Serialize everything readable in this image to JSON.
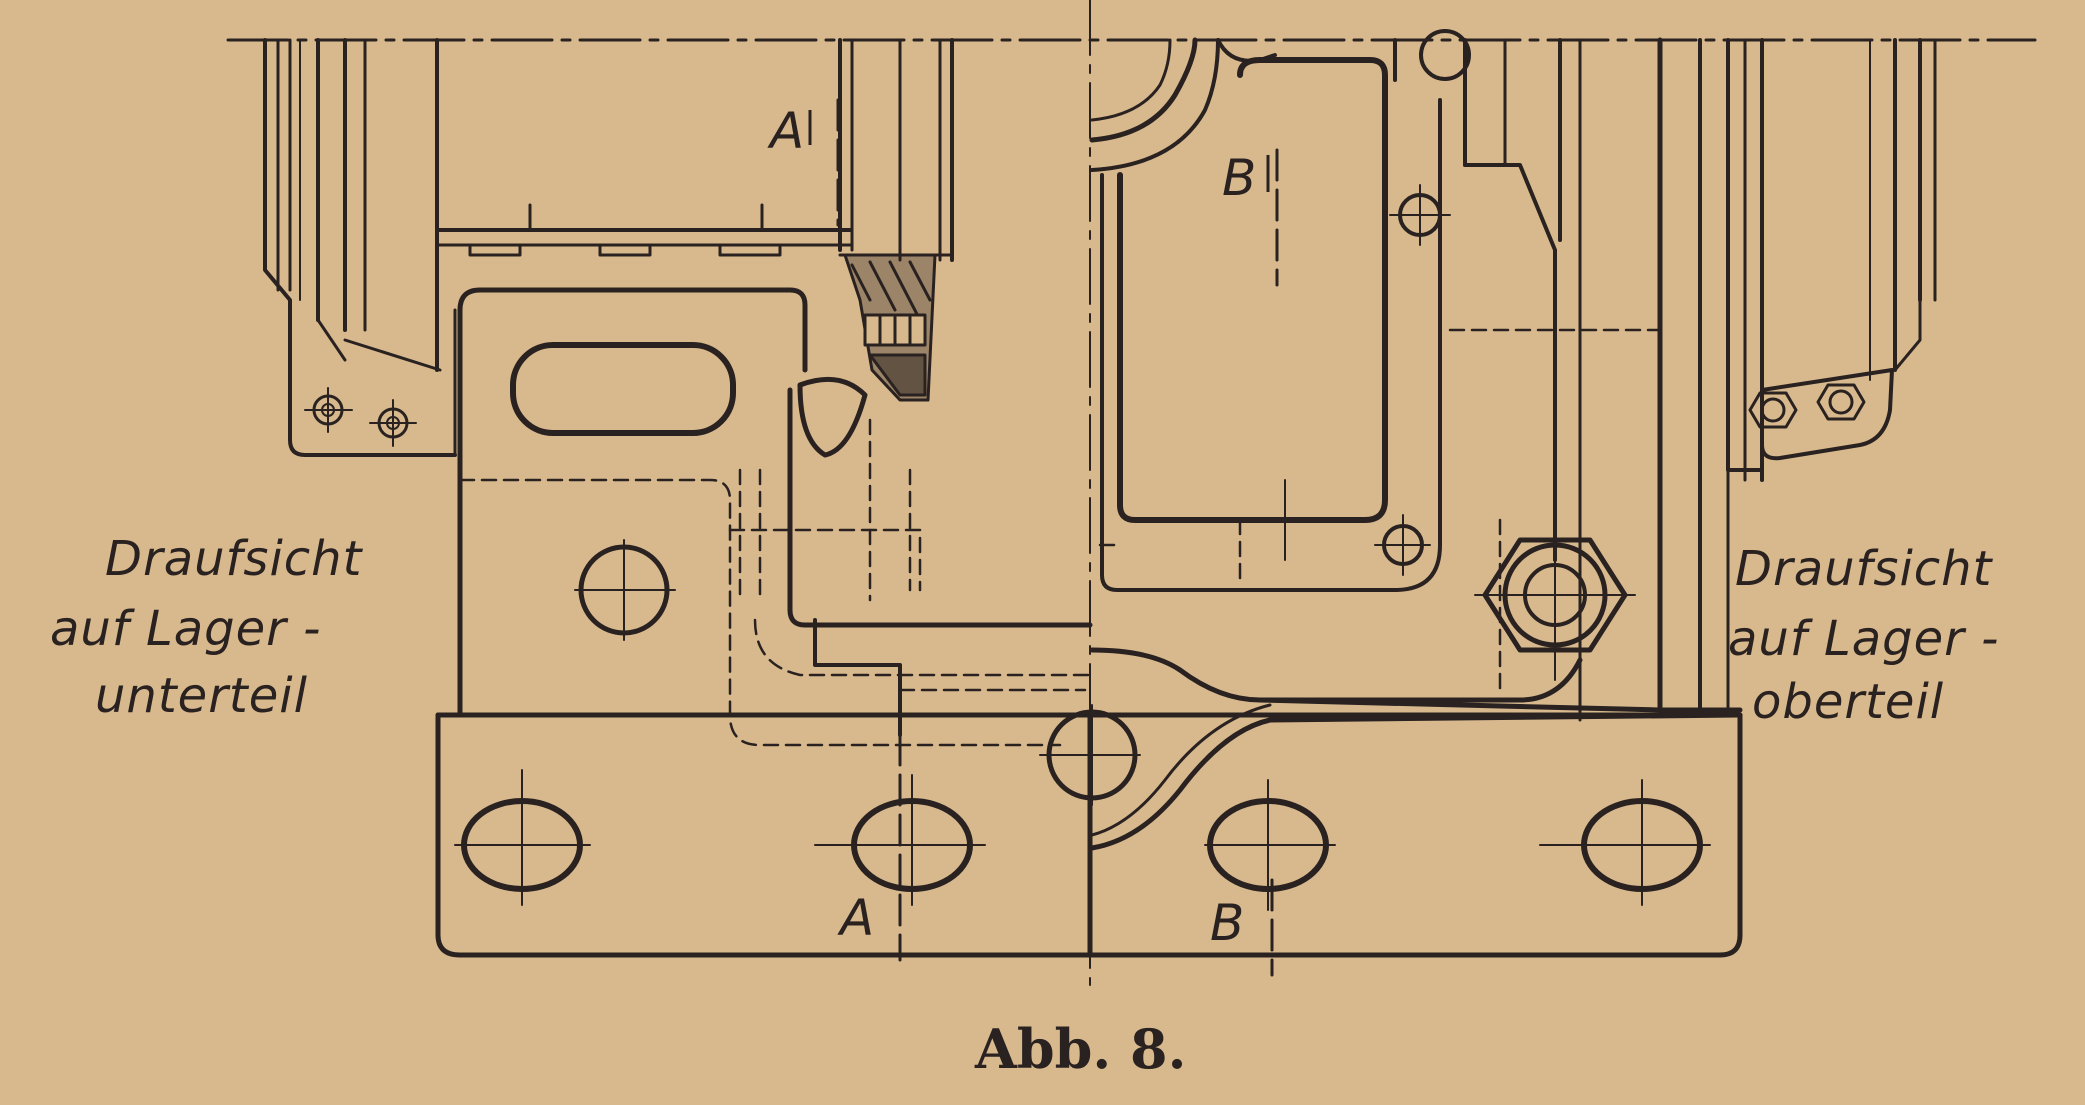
{
  "figure": {
    "caption": "Abb. 8.",
    "left_label": [
      "Draufsicht",
      "auf Lager -",
      "unterteil"
    ],
    "right_label": [
      "Draufsicht",
      "auf Lager -",
      "oberteil"
    ],
    "section_marks": {
      "a_top": "A",
      "b_top": "B",
      "a_bottom": "A",
      "b_bottom": "B"
    }
  },
  "colors": {
    "paper": "#d8b98e",
    "ink": "#2a2220"
  }
}
